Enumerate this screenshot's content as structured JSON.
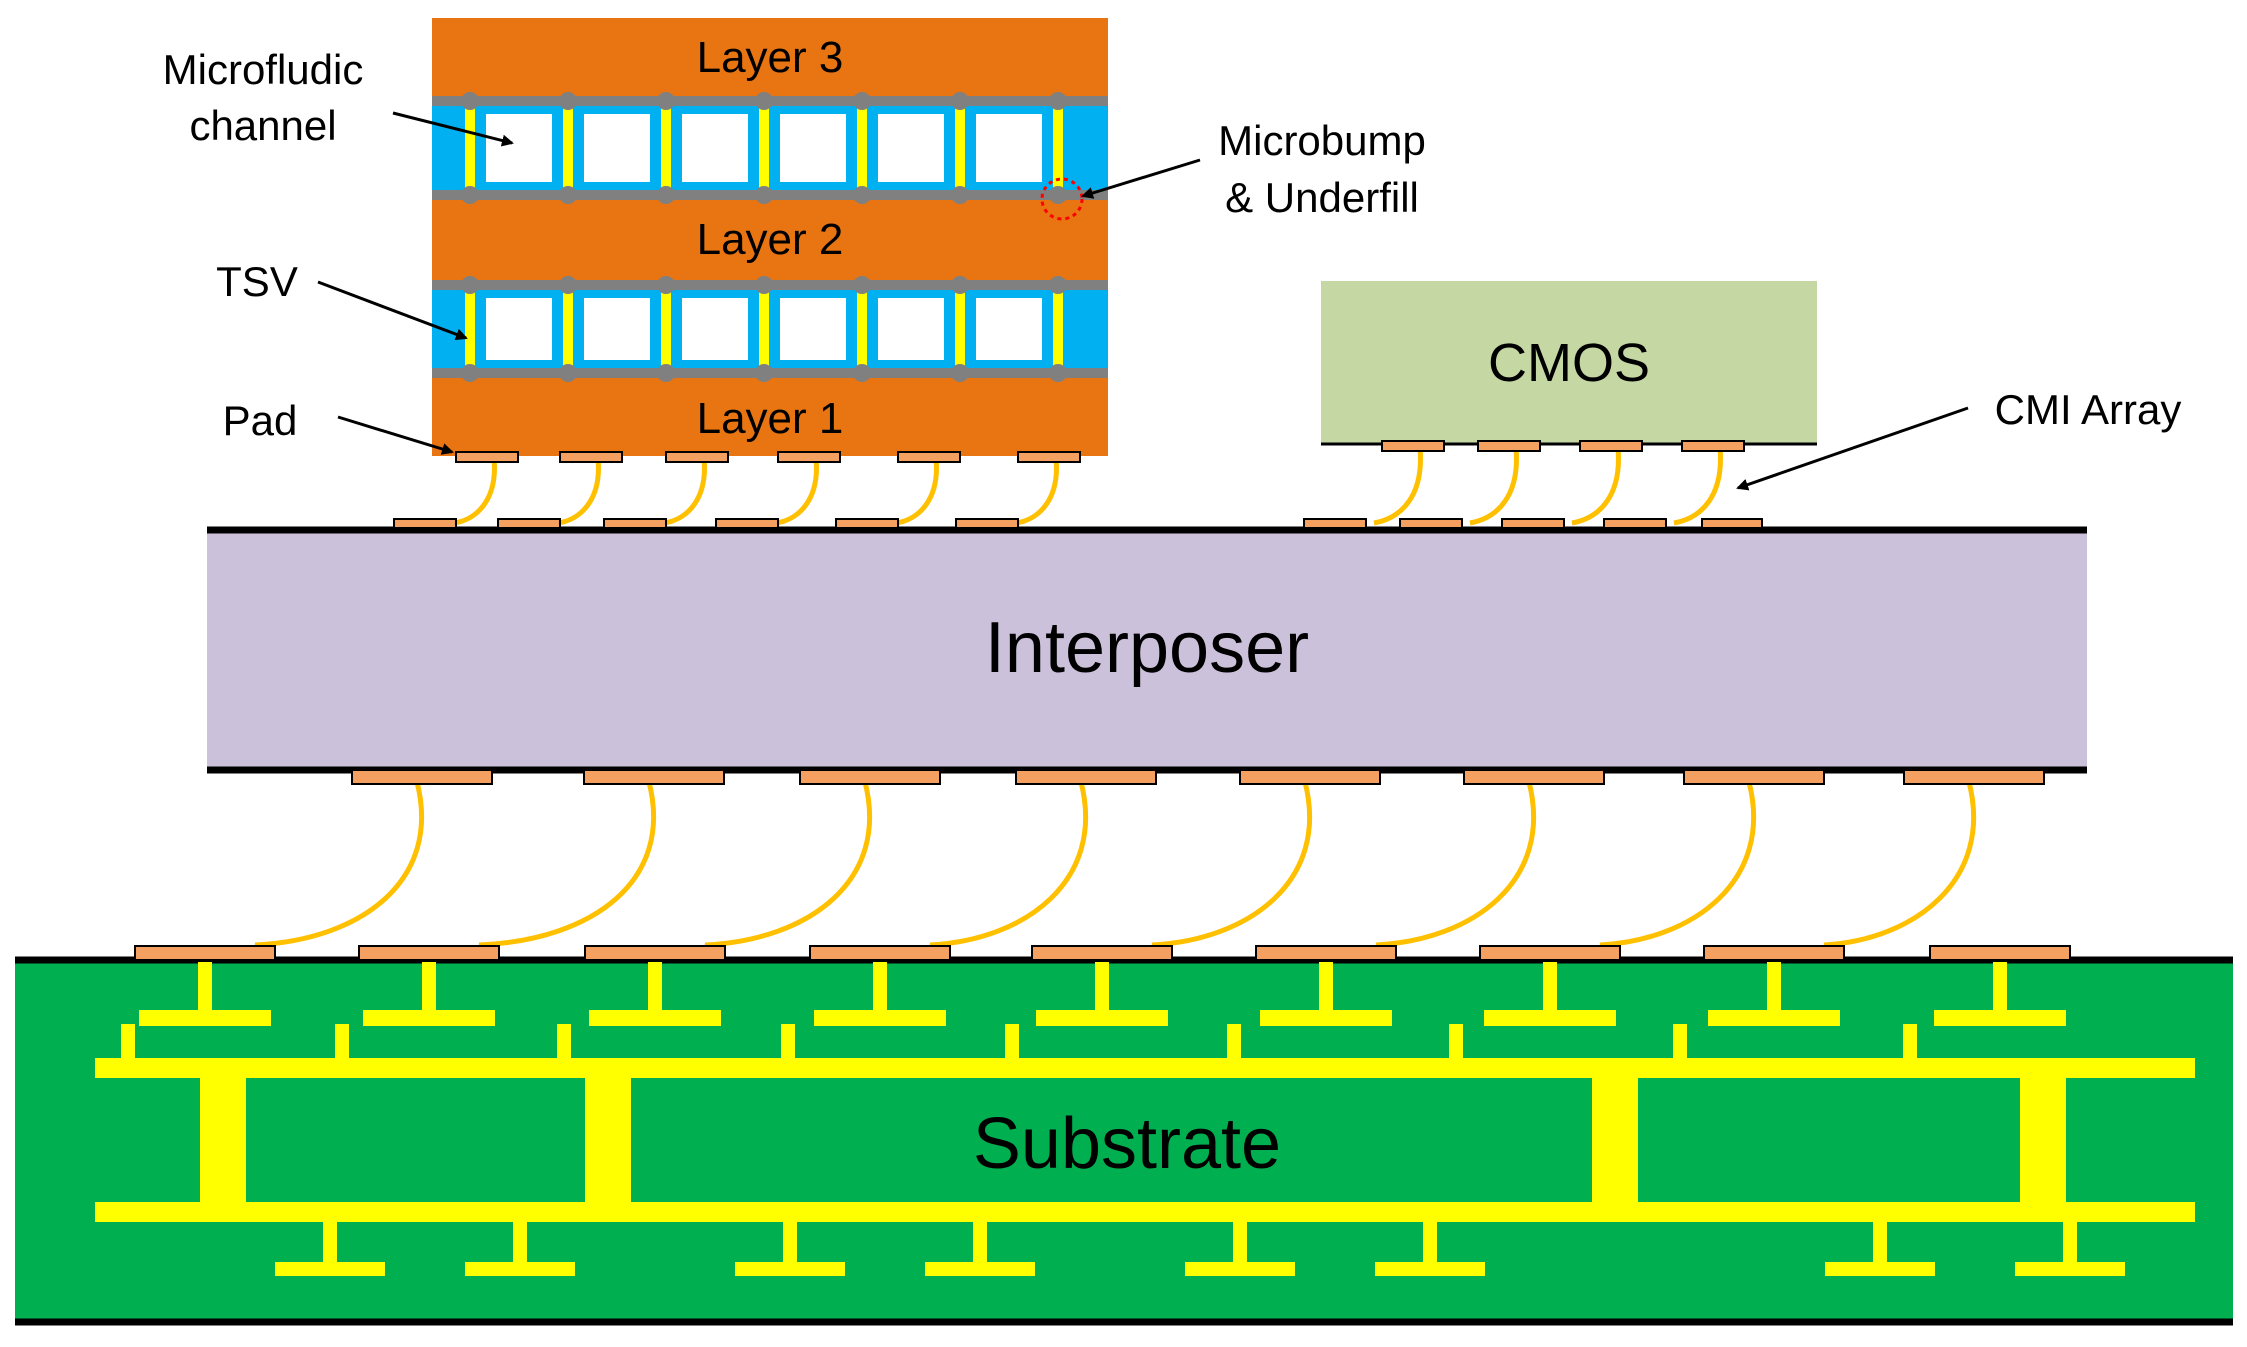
{
  "diagram": {
    "layers": {
      "layer3": "Layer 3",
      "layer2": "Layer 2",
      "layer1": "Layer 1"
    },
    "labels": {
      "microfluidic_line1": "Microfludic",
      "microfluidic_line2": "channel",
      "microbump_line1": "Microbump",
      "microbump_line2": "& Underfill",
      "tsv": "TSV",
      "pad": "Pad",
      "cmi_array": "CMI Array",
      "cmos": "CMOS",
      "interposer": "Interposer",
      "substrate": "Substrate"
    },
    "colors": {
      "layer": "#E87511",
      "channel_fill": "#00B0F0",
      "tsv": "#FFFF00",
      "bump": "#808080",
      "pad": "#F4A060",
      "wire": "#FFC000",
      "cmos": "#C5D7A3",
      "interposer": "#CCC1DA",
      "substrate": "#00B050",
      "substrate_wiring": "#FFFF00",
      "marker": "#FF0000"
    }
  }
}
